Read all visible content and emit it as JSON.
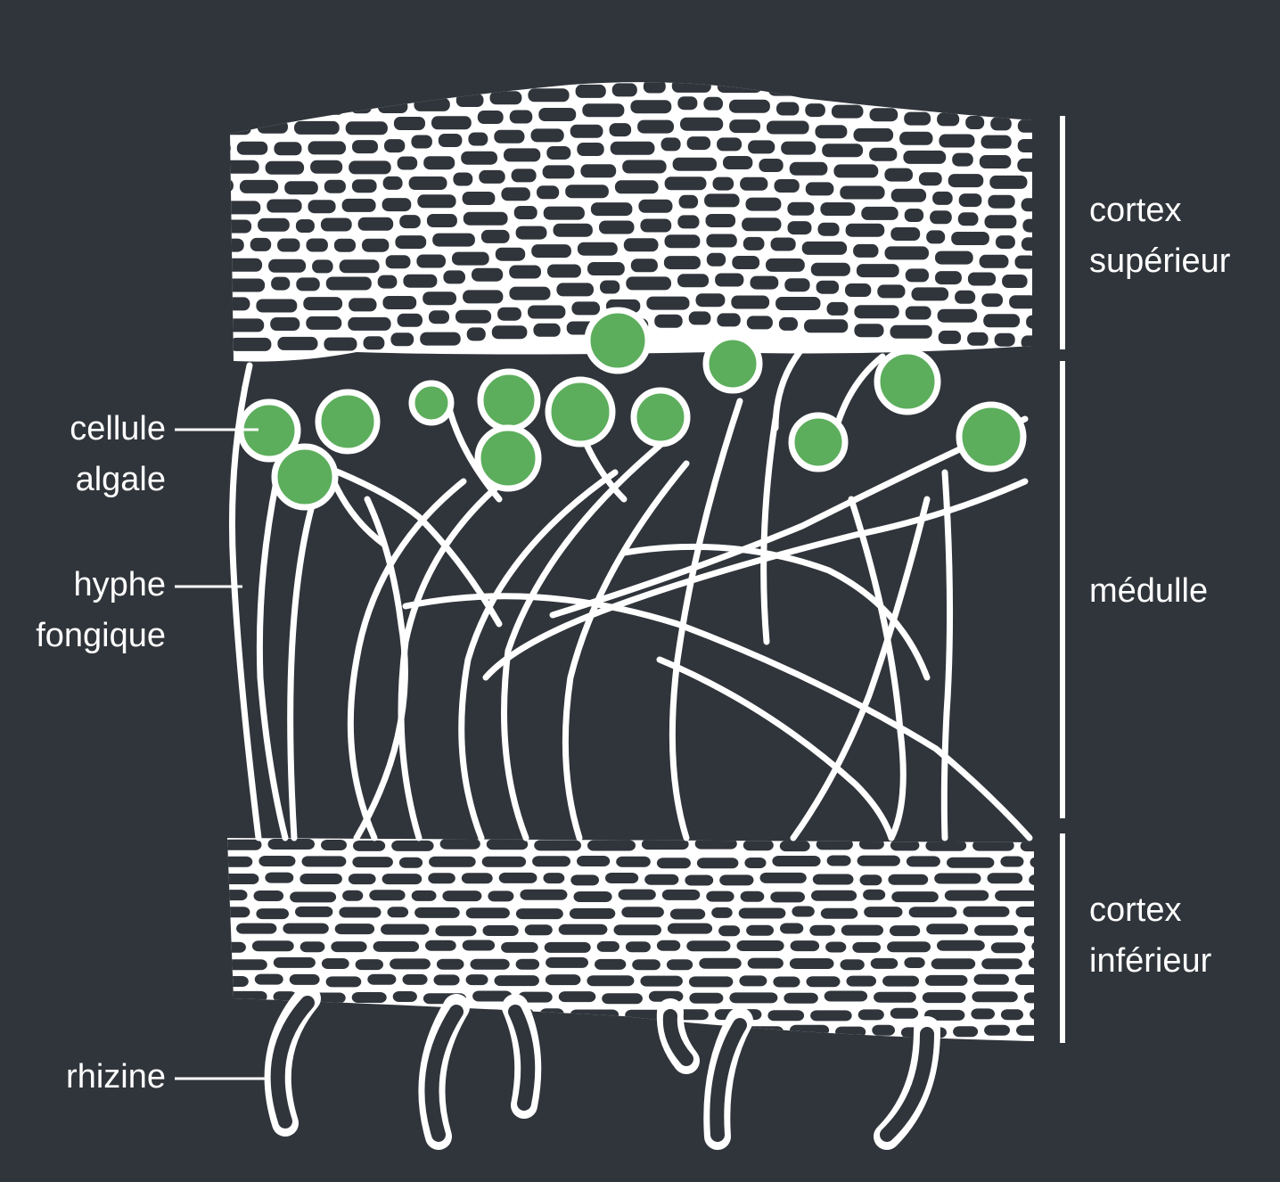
{
  "left_labels": {
    "algal_cell": [
      "cellule",
      "algale"
    ],
    "fungal_hypha": [
      "hyphe",
      "fongique"
    ],
    "rhizine": [
      "rhizine"
    ]
  },
  "right_labels": {
    "upper_cortex": [
      "cortex",
      "supérieur"
    ],
    "medulla": [
      "médulle"
    ],
    "lower_cortex": [
      "cortex",
      "inférieur"
    ]
  },
  "colors": {
    "background": "#30353b",
    "lines": "#ffffff",
    "algae": "#5cae5c"
  }
}
